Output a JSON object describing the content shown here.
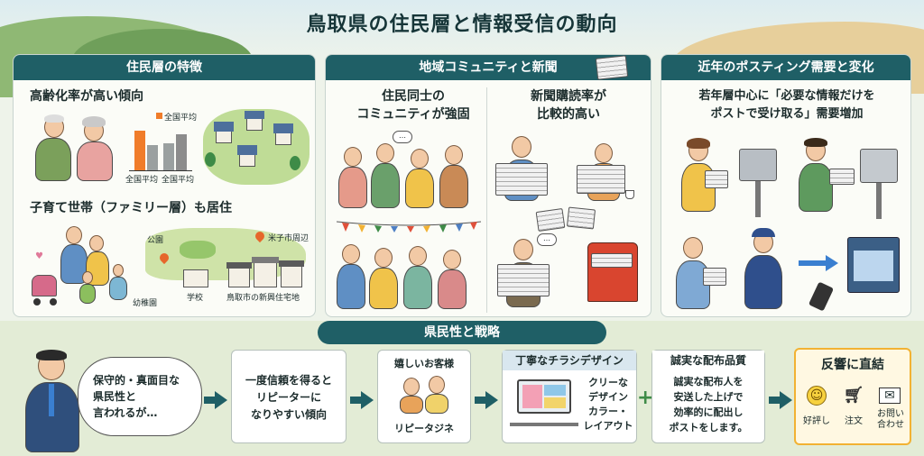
{
  "title": "鳥取県の住民層と情報受信の動向",
  "colors": {
    "header": "#1f5f66",
    "accent_orange": "#f07c2a",
    "accent_gold": "#f2b233",
    "gray_bar": "#8c8c8c"
  },
  "panel1": {
    "header": "住民層の特徴",
    "aging_title": "高齢化率が高い傾向",
    "legend_label": "全国平均",
    "bar_label_1": "全国平均",
    "bar_label_2": "全国平均",
    "family_title": "子育て世帯（ファミリー層）も居住",
    "map_park": "公園",
    "map_yonago": "米子市周辺",
    "map_kindergarten": "幼稚園",
    "map_school": "学校",
    "map_newtown": "鳥取市の新興住宅地"
  },
  "panel2": {
    "header": "地域コミュニティと新聞",
    "community_title": "住民同士の\nコミュニティが強固",
    "newspaper_title": "新聞購読率が\n比較的高い"
  },
  "panel3": {
    "header": "近年のポスティング需要と変化",
    "demand_title": "若年層中心に「必要な情報だけを\nポストで受け取る」需要増加"
  },
  "strategy": {
    "header": "県民性と戦略",
    "speech": "保守的・真面目な\n県民性と\n言われるが…",
    "trust": "一度信頼を得ると\nリピーターに\nなりやすい傾向",
    "happy_title": "嬉しいお客様",
    "happy_caption": "リピータジネ",
    "design_title": "丁寧なチラシデザイン",
    "design_text": "クリーな\nデザイン\nカラー・\nレイアウト",
    "quality_title": "誠実な配布品質",
    "quality_text": "誠実な配布人を\n安送した上げで\n効率的に配出し\nポストをします。",
    "result_title": "反響に直結",
    "result_items": [
      "好評し",
      "注文",
      "お問い\n合わせ"
    ]
  },
  "icons": [
    "speech-bubble-icon",
    "newspaper-icon",
    "smile-icon",
    "cart-icon",
    "mail-icon",
    "monitor-icon",
    "smartphone-icon",
    "mailbox-icon",
    "map-pin-icon"
  ]
}
